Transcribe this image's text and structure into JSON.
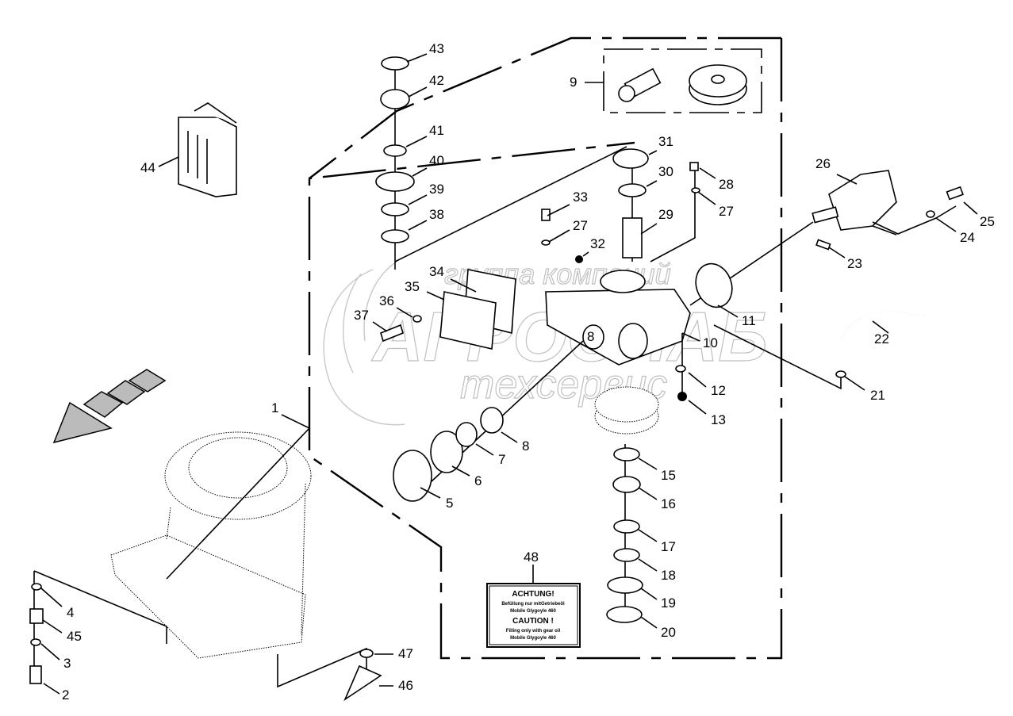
{
  "diagram": {
    "title": "Gearbox exploded parts diagram",
    "watermark": {
      "line1": "группа компаний",
      "line2": "АГРОСНАБ",
      "line3": "техсервис"
    },
    "callouts": [
      {
        "id": "1",
        "label": "1"
      },
      {
        "id": "2",
        "label": "2"
      },
      {
        "id": "3",
        "label": "3"
      },
      {
        "id": "4",
        "label": "4"
      },
      {
        "id": "5",
        "label": "5"
      },
      {
        "id": "6",
        "label": "6"
      },
      {
        "id": "7",
        "label": "7"
      },
      {
        "id": "8a",
        "label": "8"
      },
      {
        "id": "8b",
        "label": "8"
      },
      {
        "id": "9",
        "label": "9"
      },
      {
        "id": "10",
        "label": "10"
      },
      {
        "id": "11",
        "label": "11"
      },
      {
        "id": "12",
        "label": "12"
      },
      {
        "id": "13",
        "label": "13"
      },
      {
        "id": "15",
        "label": "15"
      },
      {
        "id": "16",
        "label": "16"
      },
      {
        "id": "17",
        "label": "17"
      },
      {
        "id": "18",
        "label": "18"
      },
      {
        "id": "19",
        "label": "19"
      },
      {
        "id": "20",
        "label": "20"
      },
      {
        "id": "21",
        "label": "21"
      },
      {
        "id": "22",
        "label": "22"
      },
      {
        "id": "23",
        "label": "23"
      },
      {
        "id": "24",
        "label": "24"
      },
      {
        "id": "25",
        "label": "25"
      },
      {
        "id": "26",
        "label": "26"
      },
      {
        "id": "27a",
        "label": "27"
      },
      {
        "id": "27b",
        "label": "27"
      },
      {
        "id": "28",
        "label": "28"
      },
      {
        "id": "29",
        "label": "29"
      },
      {
        "id": "30",
        "label": "30"
      },
      {
        "id": "31",
        "label": "31"
      },
      {
        "id": "32",
        "label": "32"
      },
      {
        "id": "33",
        "label": "33"
      },
      {
        "id": "34",
        "label": "34"
      },
      {
        "id": "35",
        "label": "35"
      },
      {
        "id": "36",
        "label": "36"
      },
      {
        "id": "37",
        "label": "37"
      },
      {
        "id": "38",
        "label": "38"
      },
      {
        "id": "39",
        "label": "39"
      },
      {
        "id": "40",
        "label": "40"
      },
      {
        "id": "41",
        "label": "41"
      },
      {
        "id": "42",
        "label": "42"
      },
      {
        "id": "43",
        "label": "43"
      },
      {
        "id": "44",
        "label": "44"
      },
      {
        "id": "45",
        "label": "45"
      },
      {
        "id": "46",
        "label": "46"
      },
      {
        "id": "47",
        "label": "47"
      },
      {
        "id": "48",
        "label": "48"
      }
    ],
    "warning_label": {
      "heading_de": "ACHTUNG!",
      "line1_de": "Befüllung nur mitGetriebeöl",
      "line2_de": "Mobile Glygoyle 460",
      "heading_en": "CAUTION !",
      "line1_en": "Filling only with gear oil",
      "line2_en": "Mobile Glygoyle 460"
    }
  }
}
